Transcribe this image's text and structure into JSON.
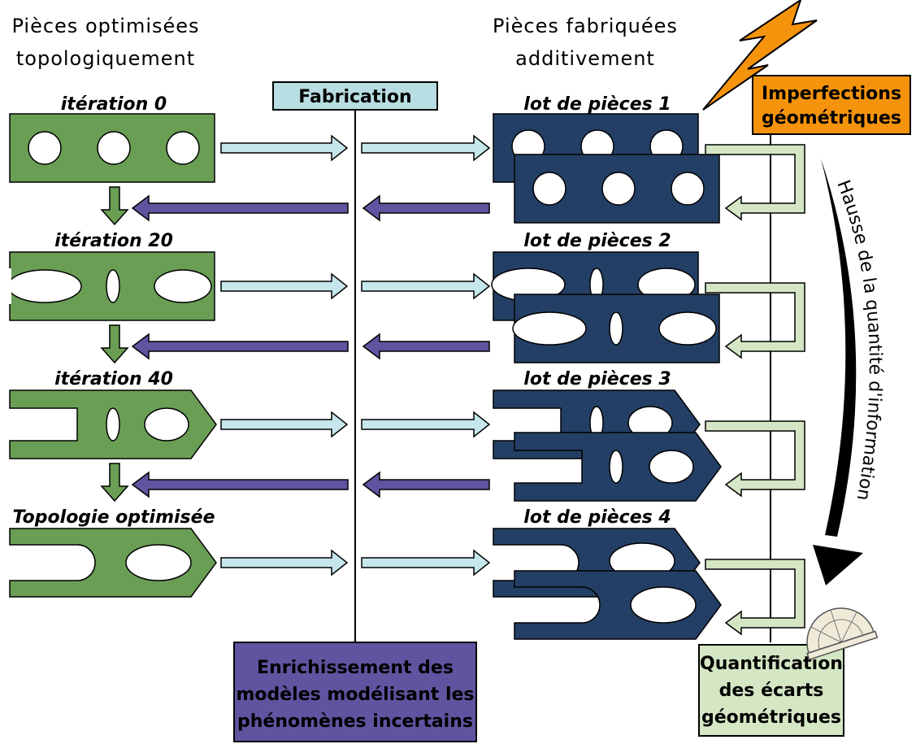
{
  "columns": {
    "left_title": [
      "Pièces optimisées",
      "topologiquement"
    ],
    "right_title": [
      "Pièces fabriquées",
      "additivement"
    ]
  },
  "fabrication_label": "Fabrication",
  "imperfections_label": [
    "Imperfections",
    "géométriques"
  ],
  "iterations": [
    "itération 0",
    "itération 20",
    "itération 40",
    "Topologie optimisée"
  ],
  "lots": [
    "lot de pièces 1",
    "lot de pièces 2",
    "lot de pièces 3",
    "lot de pièces 4"
  ],
  "enrichment_label": [
    "Enrichissement des",
    "modèles modélisant les",
    "phénomènes incertains"
  ],
  "quantification_label": [
    "Quantification",
    "des écarts",
    "géométriques"
  ],
  "info_arrow_label": "Hausse de la quantité d'information",
  "colors": {
    "green_part": "#6a9e55",
    "blue_part": "#243f65",
    "light_cyan_arrow": "#c5e7ec",
    "purple_arrow": "#5f54a0",
    "light_green_arrow": "#d4e6c4",
    "orange": "#f5930d",
    "fabrication_box": "#b8dde2",
    "enrichment_box": "#5f54a0",
    "quantification_box": "#d4e6c4"
  }
}
